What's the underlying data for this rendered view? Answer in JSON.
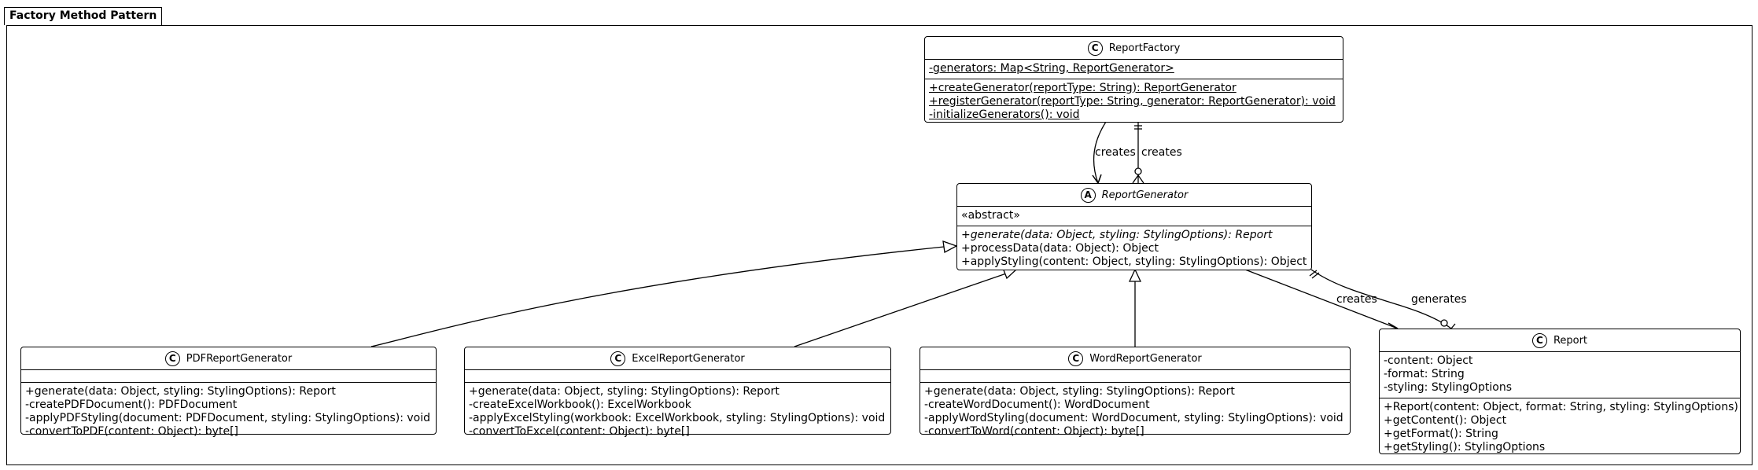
{
  "package": {
    "title": "Factory Method Pattern"
  },
  "classes": {
    "report_factory": {
      "badge": "C",
      "name": "ReportFactory",
      "attributes": [
        "-generators: Map<String, ReportGenerator>"
      ],
      "methods": [
        "+createGenerator(reportType: String): ReportGenerator",
        "+registerGenerator(reportType: String, generator: ReportGenerator): void",
        "-initializeGenerators(): void"
      ]
    },
    "report_generator": {
      "badge": "A",
      "name": "ReportGenerator",
      "stereotype": "«abstract»",
      "methods": [
        "+generate(data: Object, styling: StylingOptions): Report",
        "+processData(data: Object): Object",
        "+applyStyling(content: Object, styling: StylingOptions): Object"
      ]
    },
    "pdf_generator": {
      "badge": "C",
      "name": "PDFReportGenerator",
      "methods": [
        "+generate(data: Object, styling: StylingOptions): Report",
        "-createPDFDocument(): PDFDocument",
        "-applyPDFStyling(document: PDFDocument, styling: StylingOptions): void",
        "-convertToPDF(content: Object): byte[]"
      ]
    },
    "excel_generator": {
      "badge": "C",
      "name": "ExcelReportGenerator",
      "methods": [
        "+generate(data: Object, styling: StylingOptions): Report",
        "-createExcelWorkbook(): ExcelWorkbook",
        "-applyExcelStyling(workbook: ExcelWorkbook, styling: StylingOptions): void",
        "-convertToExcel(content: Object): byte[]"
      ]
    },
    "word_generator": {
      "badge": "C",
      "name": "WordReportGenerator",
      "methods": [
        "+generate(data: Object, styling: StylingOptions): Report",
        "-createWordDocument(): WordDocument",
        "-applyWordStyling(document: WordDocument, styling: StylingOptions): void",
        "-convertToWord(content: Object): byte[]"
      ]
    },
    "report": {
      "badge": "C",
      "name": "Report",
      "attributes": [
        "-content: Object",
        "-format: String",
        "-styling: StylingOptions"
      ],
      "methods": [
        "+Report(content: Object, format: String, styling: StylingOptions)",
        "+getContent(): Object",
        "+getFormat(): String",
        "+getStyling(): StylingOptions"
      ]
    }
  },
  "relations": {
    "factory_creates_arrow": "creates",
    "factory_creates_assoc": "creates",
    "generator_creates_report": "creates",
    "generator_generates_report": "generates"
  }
}
